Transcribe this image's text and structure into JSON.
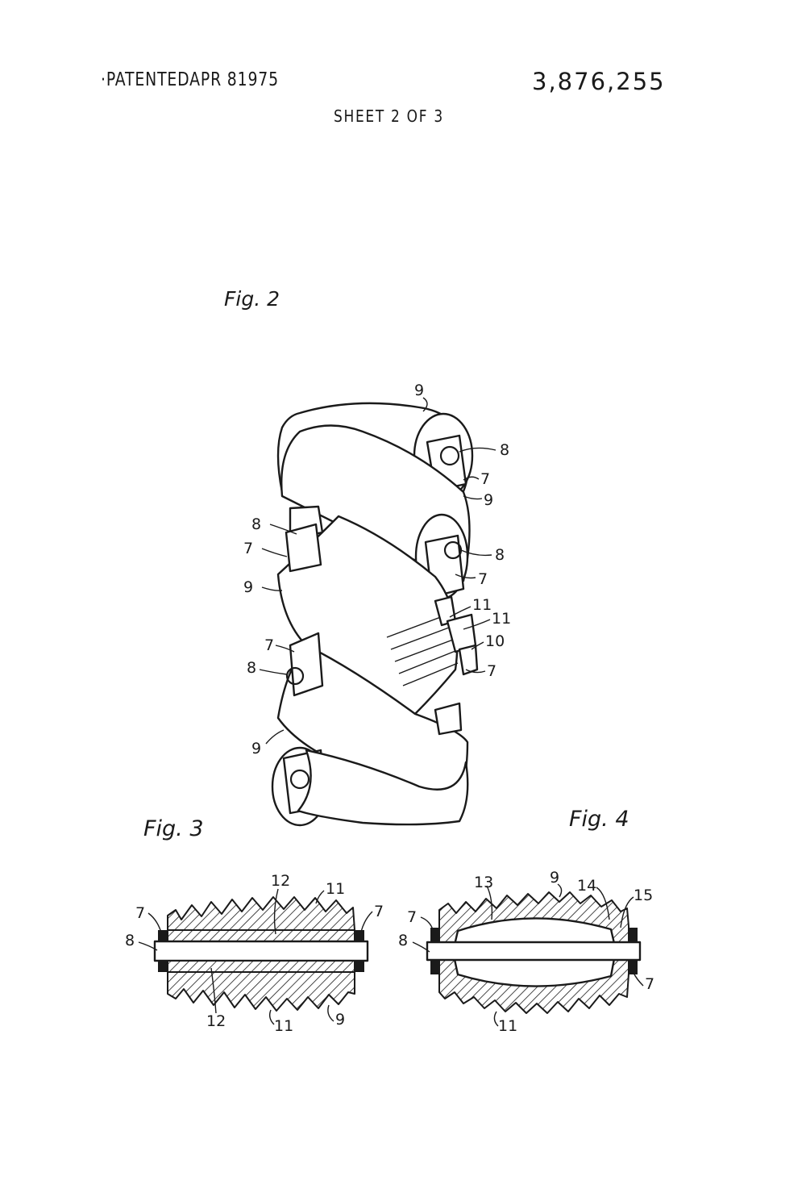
{
  "header": {
    "patented": "·PATENTEDAPR 81975",
    "patent_number": "3,876,255",
    "sheet": "SHEET 2 OF 3"
  },
  "figures": {
    "fig2": {
      "label": "Fig. 2"
    },
    "fig3": {
      "label": "Fig. 3"
    },
    "fig4": {
      "label": "Fig. 4"
    }
  },
  "fig2_refs": [
    "9",
    "8",
    "7",
    "9",
    "8",
    "7",
    "8",
    "7",
    "9",
    "11",
    "11",
    "10",
    "7",
    "7",
    "8",
    "9"
  ],
  "fig3_refs": [
    "12",
    "11",
    "7",
    "7",
    "8",
    "12",
    "11",
    "9"
  ],
  "fig4_refs": [
    "13",
    "9",
    "14",
    "15",
    "7",
    "8",
    "7",
    "11"
  ]
}
